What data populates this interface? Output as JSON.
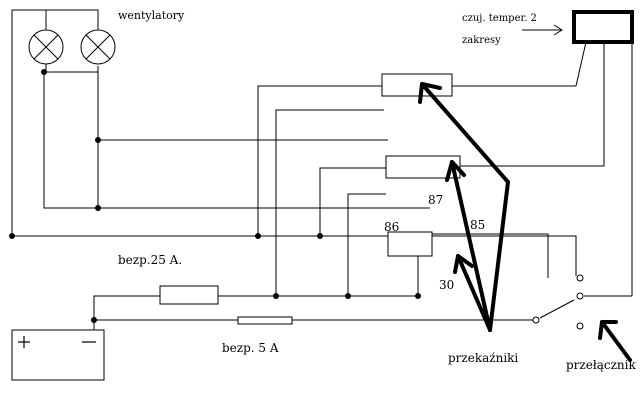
{
  "labels": {
    "fans": "wentylatory",
    "sensor": "czuj. temper. 2",
    "ranges": "zakresy",
    "terminal_87": "87",
    "terminal_86": "86",
    "terminal_85": "85",
    "terminal_30": "30",
    "fuse_25": "bezp.25 A.",
    "fuse_5": "bezp.   5 A",
    "relays": "przekaźniki",
    "switch": "przełącznik"
  },
  "colors": {
    "background": "#ffffff",
    "ink": "#000000"
  }
}
